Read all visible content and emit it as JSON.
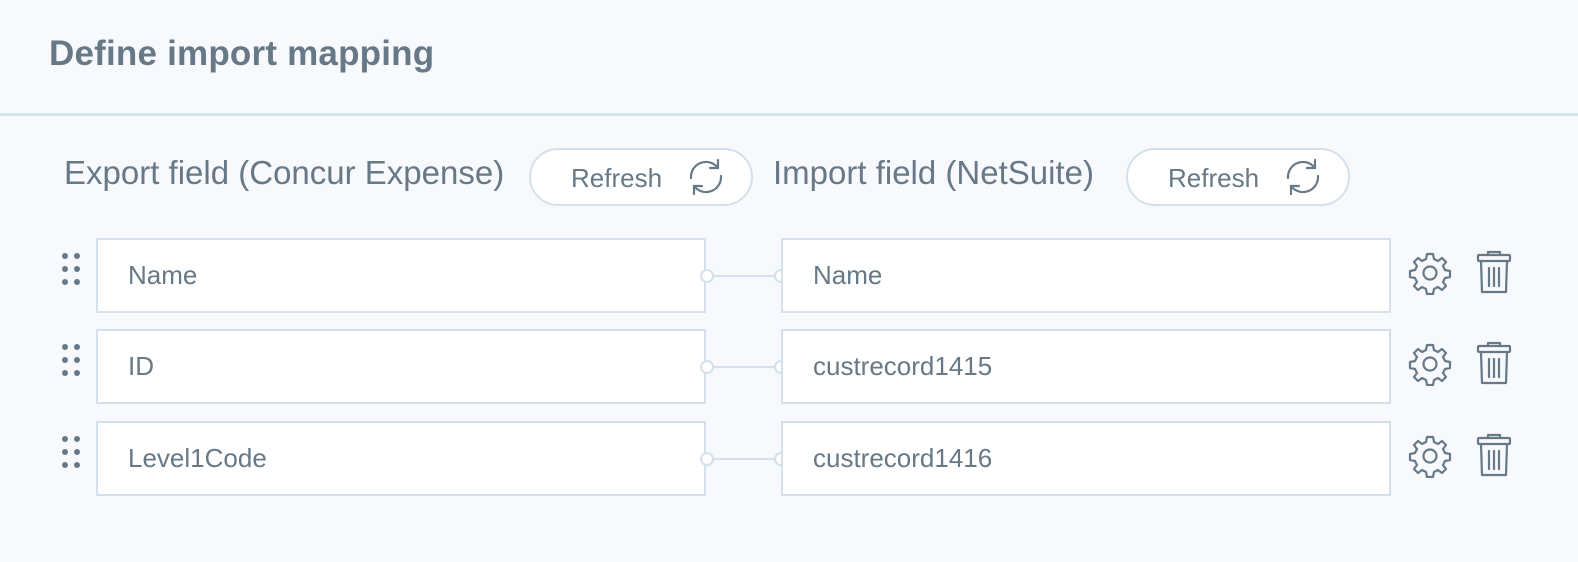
{
  "page": {
    "title": "Define import mapping"
  },
  "export_column": {
    "heading": "Export field (Concur Expense)",
    "refresh_label": "Refresh"
  },
  "import_column": {
    "heading": "Import field (NetSuite)",
    "refresh_label": "Refresh"
  },
  "mappings": [
    {
      "export_value": "Name",
      "import_value": "Name"
    },
    {
      "export_value": "ID",
      "import_value": "custrecord1415"
    },
    {
      "export_value": "Level1Code",
      "import_value": "custrecord1416"
    }
  ],
  "icons": {
    "drag": "drag-handle-icon",
    "refresh": "refresh-icon",
    "settings": "gear-icon",
    "delete": "trash-icon"
  },
  "colors": {
    "background": "#f7f9fd",
    "text": "#677987",
    "border": "#d4e0ea",
    "divider": "#d6e3ee"
  }
}
